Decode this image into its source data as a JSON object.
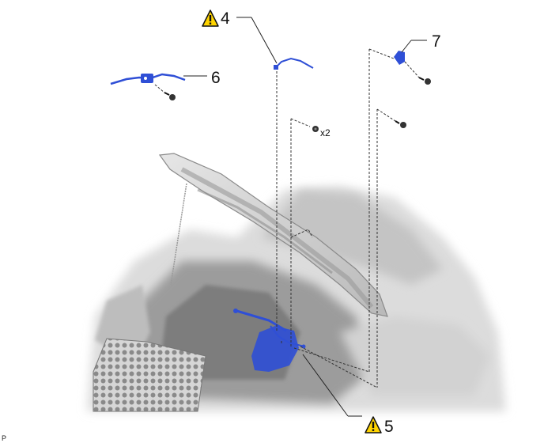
{
  "callouts": {
    "c4": "4",
    "c5": "5",
    "c6": "6",
    "c7": "7"
  },
  "nut_quantity": "x2",
  "corner_mark": "P",
  "colors": {
    "part_highlight": "#2f4fd6",
    "warning_fill": "#ffd400",
    "vehicle_gray": "#cfcfcf"
  },
  "icons": [
    "warning-triangle-icon",
    "bolt-icon",
    "nut-icon"
  ]
}
